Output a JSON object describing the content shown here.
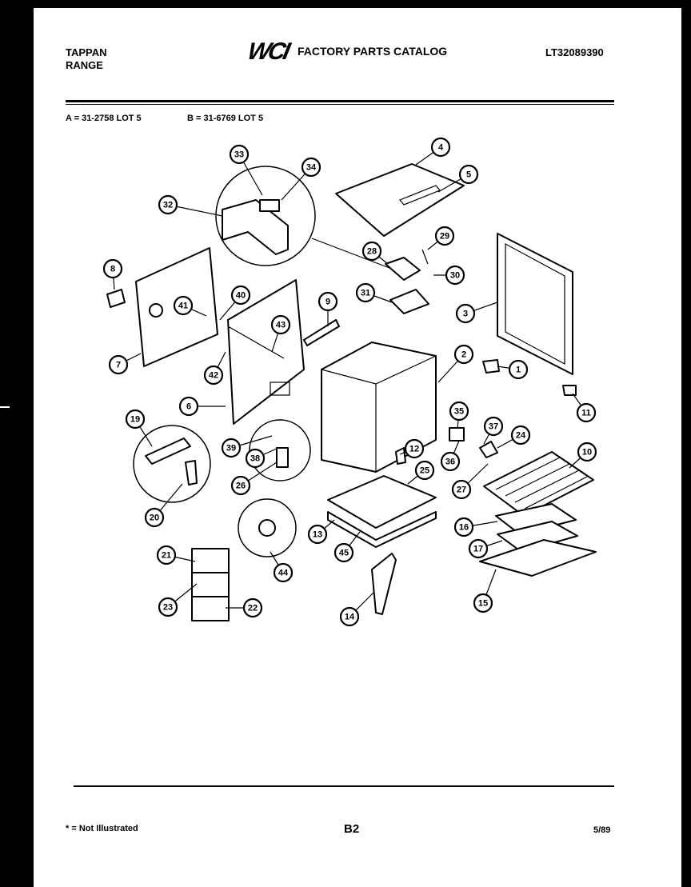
{
  "header": {
    "brand_line1": "TAPPAN",
    "brand_line2": "RANGE",
    "logo_text": "WCI",
    "catalog_title": "FACTORY PARTS CATALOG",
    "model_number": "LT32089390"
  },
  "lots": {
    "a": "A = 31-2758 LOT 5",
    "b": "B = 31-6769 LOT 5"
  },
  "callouts": [
    "1",
    "2",
    "3",
    "4",
    "5",
    "6",
    "7",
    "8",
    "9",
    "10",
    "11",
    "12",
    "13",
    "14",
    "15",
    "16",
    "17",
    "19",
    "20",
    "21",
    "22",
    "23",
    "24",
    "25",
    "26",
    "27",
    "28",
    "29",
    "30",
    "31",
    "32",
    "33",
    "34",
    "35",
    "36",
    "37",
    "38",
    "39",
    "40",
    "41",
    "42",
    "43",
    "44",
    "45"
  ],
  "footer": {
    "note": "* = Not Illustrated",
    "page": "B2",
    "date": "5/89"
  }
}
